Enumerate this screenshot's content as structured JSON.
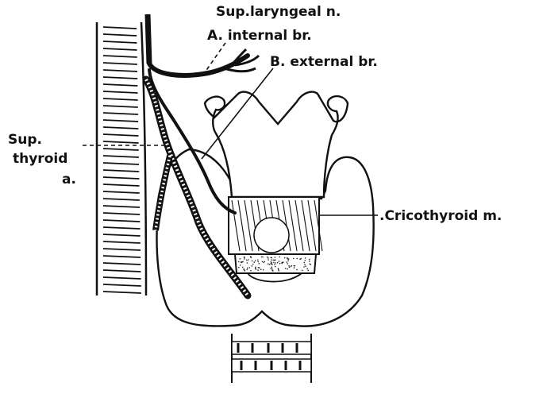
{
  "labels": {
    "sup_laryngeal": "Sup.laryngeal n.",
    "internal_br": "A. internal br.",
    "external_br": "B. external br.",
    "sup_thyroid_1": "Sup.",
    "sup_thyroid_2": "thyroid",
    "sup_thyroid_3": "a.",
    "cricothyroid": ".Cricothyroid m."
  }
}
